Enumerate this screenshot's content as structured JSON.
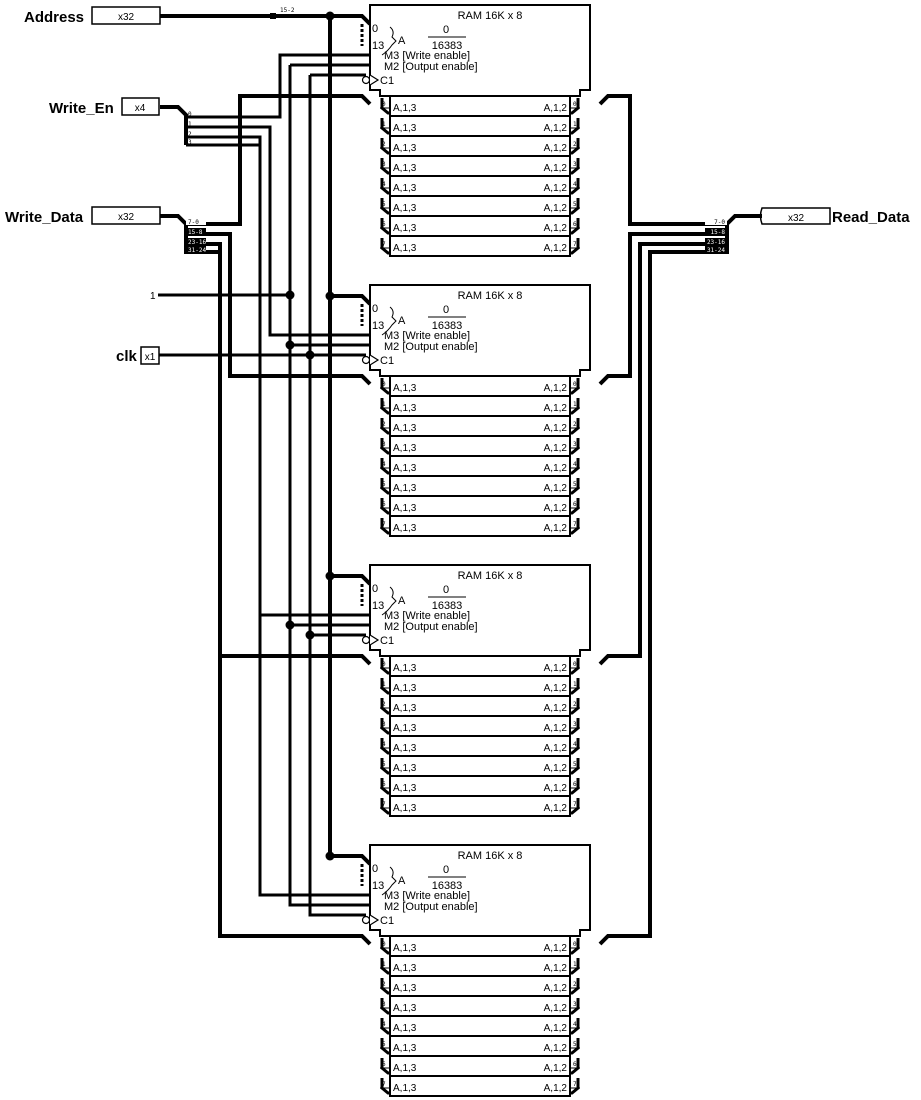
{
  "ports": {
    "address": {
      "label": "Address",
      "width": "x32",
      "slice": "15-2"
    },
    "write_en": {
      "label": "Write_En",
      "width": "x4",
      "bits": [
        "0",
        "1",
        "2",
        "3"
      ]
    },
    "write_data": {
      "label": "Write_Data",
      "width": "x32",
      "slices": [
        "7-0",
        "15-8",
        "23-16",
        "31-24"
      ]
    },
    "constant": {
      "label": "1"
    },
    "clk": {
      "label": "clk",
      "width": "x1"
    },
    "read_data": {
      "label": "Read_Data",
      "width": "x32",
      "slices": [
        "7-0",
        "15-8",
        "23-16",
        "31-24"
      ]
    }
  },
  "ram": {
    "title": "RAM 16K x 8",
    "addr_lo_pin": "0",
    "addr_hi_pin": "13",
    "addr_symbol": "A",
    "addr_range_lo": "0",
    "addr_range_hi": "16383",
    "m3": "M3 [Write enable]",
    "m2": "M2 [Output enable]",
    "c1": "C1",
    "cell_in": "A,1,3",
    "cell_out": "A,1,2",
    "bits": [
      "0",
      "1",
      "2",
      "3",
      "4",
      "5",
      "6",
      "7"
    ],
    "count": 4
  }
}
